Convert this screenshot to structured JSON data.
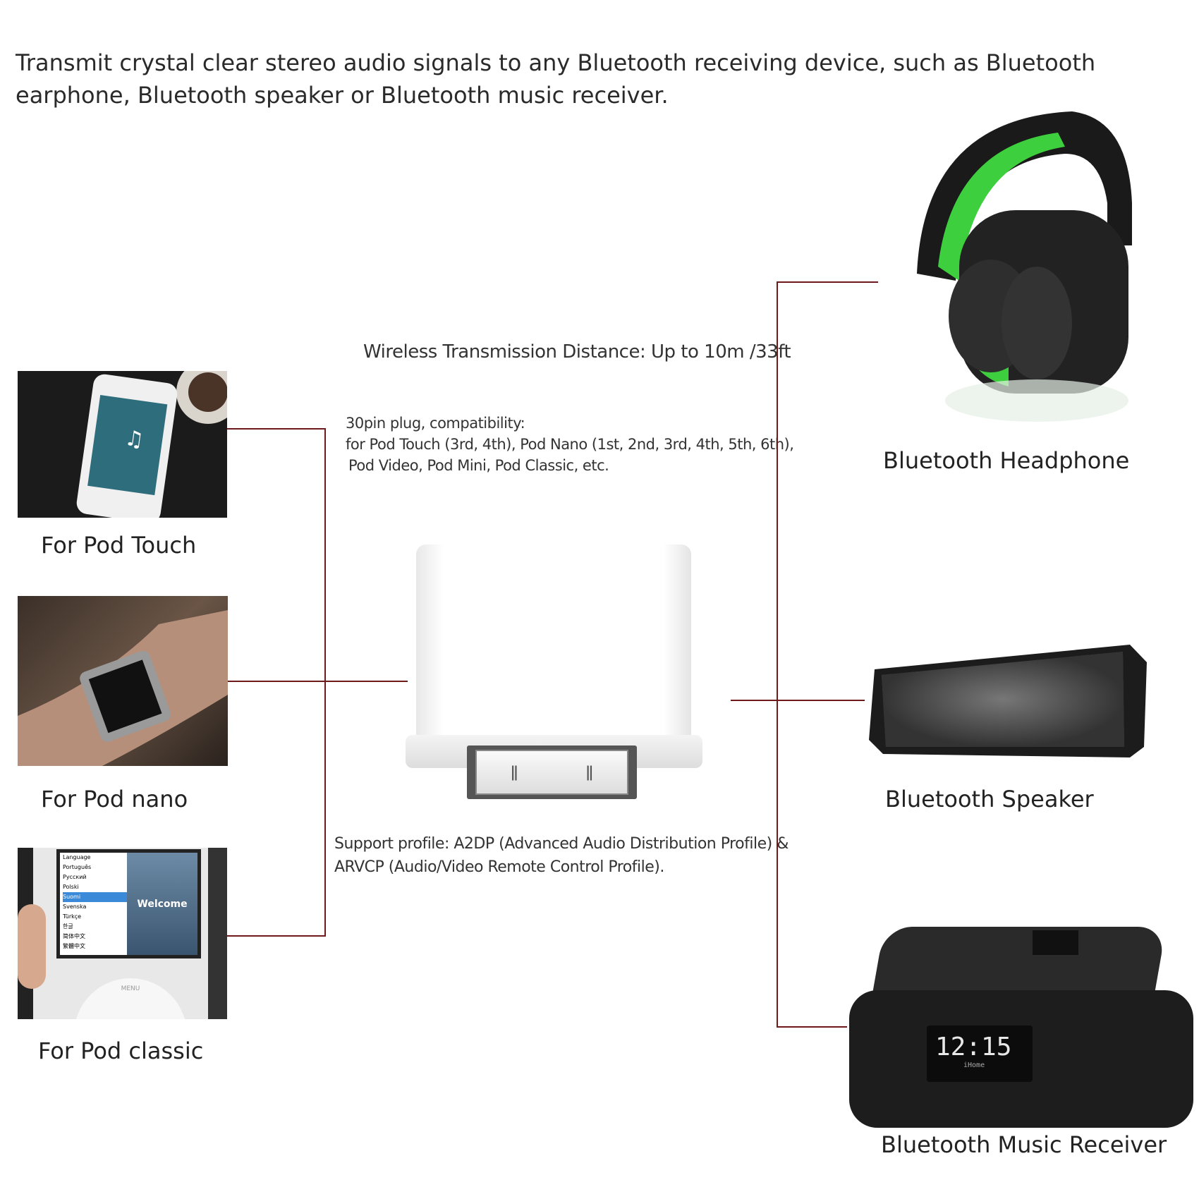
{
  "header": {
    "title": "Transmit crystal clear stereo audio signals to any Bluetooth receiving device, such as Bluetooth earphone, Bluetooth speaker or Bluetooth music receiver."
  },
  "center": {
    "distance": "Wireless Transmission Distance: Up to 10m /33ft",
    "compat_lines": [
      "30pin plug, compatibility:",
      "for  Pod Touch (3rd, 4th),  Pod Nano (1st, 2nd, 3rd, 4th, 5th, 6th),",
      "Pod Video,  Pod Mini,  Pod Classic, etc."
    ],
    "profile_lines": [
      "Support profile: A2DP (Advanced Audio Distribution Profile) &",
      "ARVCP (Audio/Video Remote Control Profile)."
    ]
  },
  "left": [
    {
      "label": "For  Pod Touch"
    },
    {
      "label": "For   Pod nano"
    },
    {
      "label": "For  Pod classic",
      "screen": {
        "menu": [
          "Language",
          "Português",
          "Русский",
          "Polski",
          "Suomi",
          "Svenska",
          "Türkçe",
          "한글",
          "简体中文",
          "繁體中文"
        ],
        "welcome": "Welcome",
        "menu_label": "MENU"
      }
    }
  ],
  "right": [
    {
      "label": "Bluetooth Headphone"
    },
    {
      "label": "Bluetooth Speaker"
    },
    {
      "label": "Bluetooth Music Receiver",
      "clock": "12:15",
      "brand": "iHome"
    }
  ],
  "colors": {
    "connector_line": "#6e1a1a",
    "headphone_accent": "#3ecf3e"
  }
}
